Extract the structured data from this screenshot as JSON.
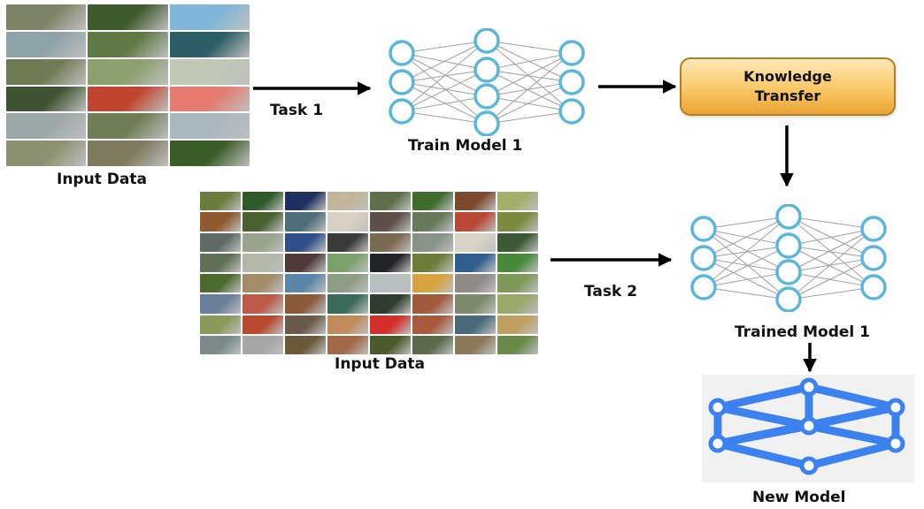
{
  "input1": {
    "label": "Input Data",
    "tile_colors": [
      "#7e8468",
      "#3f5a2c",
      "#7fb6d9",
      "#8fa4a8",
      "#5f7a44",
      "#2c5f66",
      "#6f7b52",
      "#8aa06d",
      "#bfc8b5",
      "#3d5230",
      "#c0452e",
      "#e57b6e",
      "#9aa7a6",
      "#6f7e55",
      "#a9b7bf",
      "#8b9170",
      "#7e7a5e",
      "#3a5c25"
    ]
  },
  "input2": {
    "label": "Input Data",
    "tile_colors": [
      "#6b7d3c",
      "#2f5b2a",
      "#1f2f5e",
      "#c2b59a",
      "#5e6f4a",
      "#3f6b2c",
      "#7b4a2e",
      "#a3b06b",
      "#8d5b2e",
      "#49602f",
      "#4d6f77",
      "#d8d0c2",
      "#5e5048",
      "#667a5b",
      "#b94936",
      "#7a8a3e",
      "#5d6a66",
      "#9aa48c",
      "#2f4f88",
      "#3a3a3a",
      "#7a6a50",
      "#889487",
      "#d9d3c8",
      "#3c5a33",
      "#607055",
      "#b3b8a8",
      "#4f3c3a",
      "#7ba06a",
      "#222428",
      "#6d7e3a",
      "#2f5e8f",
      "#468a3a",
      "#4c6a2e",
      "#a48c6a",
      "#5a86a8",
      "#8e9e84",
      "#b8bfc0",
      "#d6a33e",
      "#8d8a88",
      "#7d9a5a",
      "#6a7f9a",
      "#bd5a4a",
      "#8a5a3a",
      "#3a6a5a",
      "#2f3d2f",
      "#a35a3a",
      "#7b8a6a",
      "#9aa86a",
      "#8a9a5a",
      "#b84a2e",
      "#6a5a4a",
      "#c08a5a",
      "#d4302a",
      "#a85a3e",
      "#4a6a7a",
      "#c0a060",
      "#7a8a8a",
      "#a5a5a5",
      "#6a5a3a",
      "#a36a4a",
      "#4a5a2a",
      "#5a6a4a",
      "#8a7a5a",
      "#6a8a4a"
    ]
  },
  "task1": "Task 1",
  "task2": "Task 2",
  "train_model_label": "Train Model 1",
  "trained_model_label": "Trained Model 1",
  "new_model_label": "New Model",
  "knowledge_transfer": {
    "line1": "Knowledge",
    "line2": "Transfer"
  },
  "colors": {
    "network_node_stroke": "#5ab7da",
    "network_edge": "#a0a0a0",
    "new_model_blue": "#3b82f0",
    "box_fill_top": "#fde9b9",
    "box_fill_bottom": "#eba433",
    "arrow": "#000000"
  },
  "icons": {
    "network": "neural-network-icon",
    "new_model": "network-graph-icon"
  }
}
